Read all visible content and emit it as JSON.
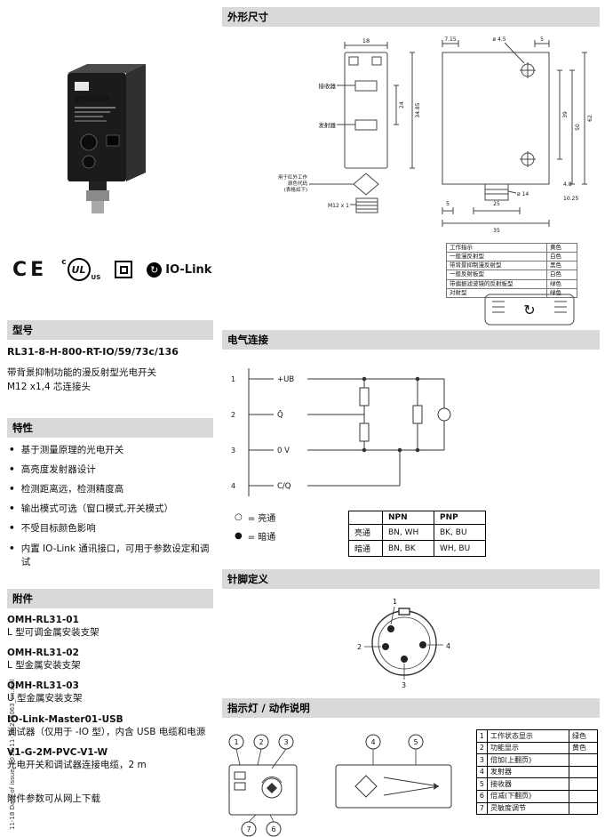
{
  "meta": {
    "sidebar_text": "11-18   Date of issue: 2010-11-18   215063_cn.xml"
  },
  "branding": {
    "logo_text": "VISOLUX",
    "ce": "CE",
    "ul_c": "c",
    "ul_main": "UL",
    "ul_us": "US",
    "iolink_icon": "↻",
    "iolink_label": "IO-Link"
  },
  "model": {
    "header": "型号",
    "number": "RL31-8-H-800-RT-IO/59/73c/136",
    "description": "带背景抑制功能的漫反射型光电开关",
    "connector": "M12 x1,4 芯连接头"
  },
  "features": {
    "header": "特性",
    "items": [
      "基于测量原理的光电开关",
      "高亮度发射器设计",
      "检测距离远，检测精度高",
      "输出模式可选（窗口模式,开关模式）",
      "不受目标颜色影响",
      "内置 IO-Link 通讯接口，可用于参数设定和调试"
    ]
  },
  "accessories": {
    "header": "附件",
    "items": [
      {
        "name": "OMH-RL31-01",
        "desc": "L 型可调金属安装支架"
      },
      {
        "name": "OMH-RL31-02",
        "desc": "L 型金属安装支架"
      },
      {
        "name": "OMH-RL31-03",
        "desc": "U 型金属安装支架"
      },
      {
        "name": "IO-Link-Master01-USB",
        "desc": "调试器（仅用于 -IO 型），内含 USB 电缆和电源"
      },
      {
        "name": "V1-G-2M-PVC-V1-W",
        "desc": "光电开关和调试器连接电缆，2 m"
      }
    ],
    "note": "附件参数可从网上下载"
  },
  "dimensions": {
    "header": "外形尺寸",
    "labels": {
      "w18": "18",
      "d715": "7.15",
      "dia45": "ø 4.5",
      "t5": "5",
      "h24": "24",
      "h3485": "34.85",
      "h62": "62",
      "h50": "50",
      "h39": "39",
      "receiver": "接收器",
      "emitter": "发射器",
      "note1": "用于红外工作",
      "note2": "颜色代码",
      "note3": "(表格如下)",
      "m12": "M12 x 1",
      "dia14": "ø 14",
      "b25": "25",
      "b35": "35",
      "b5": "5",
      "r1025": "10.25",
      "r48": "4.8"
    },
    "legend": [
      {
        "label": "工作指示",
        "value": "黄色"
      },
      {
        "label": "一般漫反射型",
        "value": "白色"
      },
      {
        "label": "带背景抑制漫反射型",
        "value": "黑色"
      },
      {
        "label": "一般反射板型",
        "value": "白色"
      },
      {
        "label": "带偏振滤波镜的反射板型",
        "value": "绿色"
      },
      {
        "label": "对射型",
        "value": "绿色"
      }
    ]
  },
  "electrical": {
    "header": "电气连接",
    "pins": [
      {
        "num": "1",
        "label": "+UB"
      },
      {
        "num": "2",
        "label": "Q̄"
      },
      {
        "num": "3",
        "label": "0 V"
      },
      {
        "num": "4",
        "label": "C/Q"
      }
    ],
    "legend": [
      {
        "symbol": "○",
        "text": "= 亮通"
      },
      {
        "symbol": "●",
        "text": "= 暗通"
      }
    ],
    "table": {
      "col1": "NPN",
      "col2": "PNP",
      "rows": [
        {
          "name": "亮通",
          "npn": "BN, WH",
          "pnp": "BK, BU"
        },
        {
          "name": "暗通",
          "npn": "BN, BK",
          "pnp": "WH, BU"
        }
      ]
    }
  },
  "pinout": {
    "header": "针脚定义",
    "p1": "1",
    "p2": "2",
    "p3": "3",
    "p4": "4"
  },
  "indicators": {
    "header": "指示灯 / 动作说明",
    "callouts": [
      "1",
      "2",
      "3",
      "4",
      "5",
      "6",
      "7"
    ],
    "table": [
      {
        "num": "1",
        "label": "工作状态显示",
        "value": "绿色"
      },
      {
        "num": "2",
        "label": "功能显示",
        "value": "黄色"
      },
      {
        "num": "3",
        "label": "倍加(上翻页)",
        "value": ""
      },
      {
        "num": "4",
        "label": "发射器",
        "value": ""
      },
      {
        "num": "5",
        "label": "接收器",
        "value": ""
      },
      {
        "num": "6",
        "label": "倍减(下翻页)",
        "value": ""
      },
      {
        "num": "7",
        "label": "灵敏度调节",
        "value": ""
      }
    ]
  }
}
